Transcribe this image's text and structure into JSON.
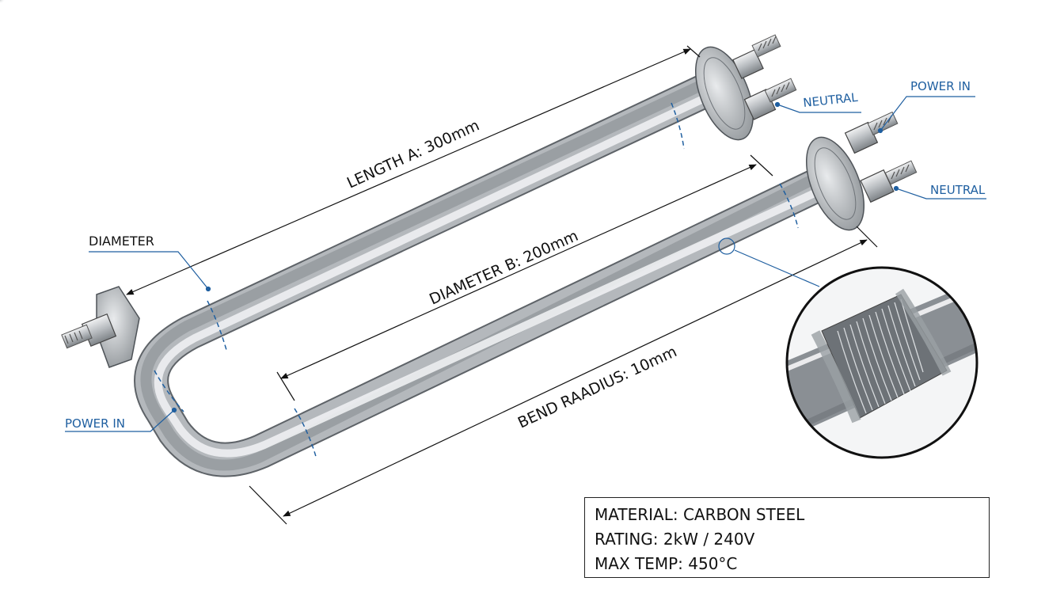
{
  "dimensions": {
    "length_a": "LENGTH A: 300mm",
    "diameter_b": "DIAMETER B: 200mm",
    "bend_radius": "BEND RAADIUS: 10mm"
  },
  "callouts": {
    "diameter": "DIAMETER",
    "power_in_left": "POWER IN",
    "power_in_right": "POWER IN",
    "neutral_top": "NEUTRAL",
    "neutral_right": "NEUTRAL"
  },
  "specs": {
    "material": "MATERIAL: CARBON STEEL",
    "rating": "RATING: 2kW / 240V",
    "max_temp": "MAX TEMP: 450°C"
  },
  "colors": {
    "callout_blue": "#1f5fa0",
    "steel_light": "#eef0f2",
    "steel_dark": "#8d9296"
  }
}
